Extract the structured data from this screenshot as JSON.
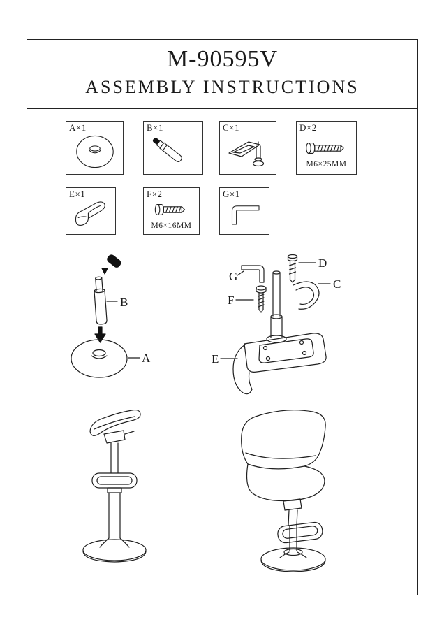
{
  "title": {
    "model": "M-90595V",
    "subtitle": "ASSEMBLY  INSTRUCTIONS"
  },
  "parts": [
    {
      "label": "A×1",
      "spec": ""
    },
    {
      "label": "B×1",
      "spec": ""
    },
    {
      "label": "C×1",
      "spec": ""
    },
    {
      "label": "D×2",
      "spec": "M6×25MM"
    },
    {
      "label": "E×1",
      "spec": ""
    },
    {
      "label": "F×2",
      "spec": "M6×16MM"
    },
    {
      "label": "G×1",
      "spec": ""
    }
  ],
  "callouts": {
    "a": "A",
    "b": "B",
    "c": "C",
    "d": "D",
    "e": "E",
    "f": "F",
    "g": "G"
  }
}
